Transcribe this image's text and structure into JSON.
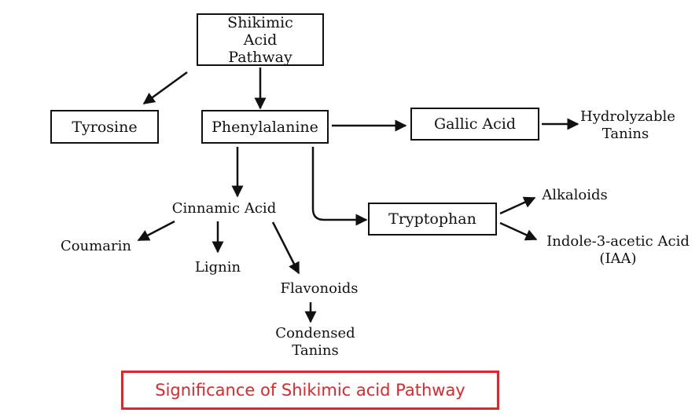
{
  "nodes": {
    "shikimic": "Shikimic Acid Pathway",
    "tyrosine": "Tyrosine",
    "phenylalanine": "Phenylalanine",
    "gallic": "Gallic Acid",
    "hydrolyzable": "Hydrolyzable Tanins",
    "cinnamic": "Cinnamic Acid",
    "coumarin": "Coumarin",
    "lignin": "Lignin",
    "flavonoids": "Flavonoids",
    "condensed": "Condensed Tanins",
    "tryptophan": "Tryptophan",
    "alkaloids": "Alkaloids",
    "iaa": "Indole-3-acetic Acid (IAA)"
  },
  "caption": "Significance of Shikimic acid Pathway",
  "colors": {
    "caption": "#e0262b",
    "ink": "#111111"
  }
}
